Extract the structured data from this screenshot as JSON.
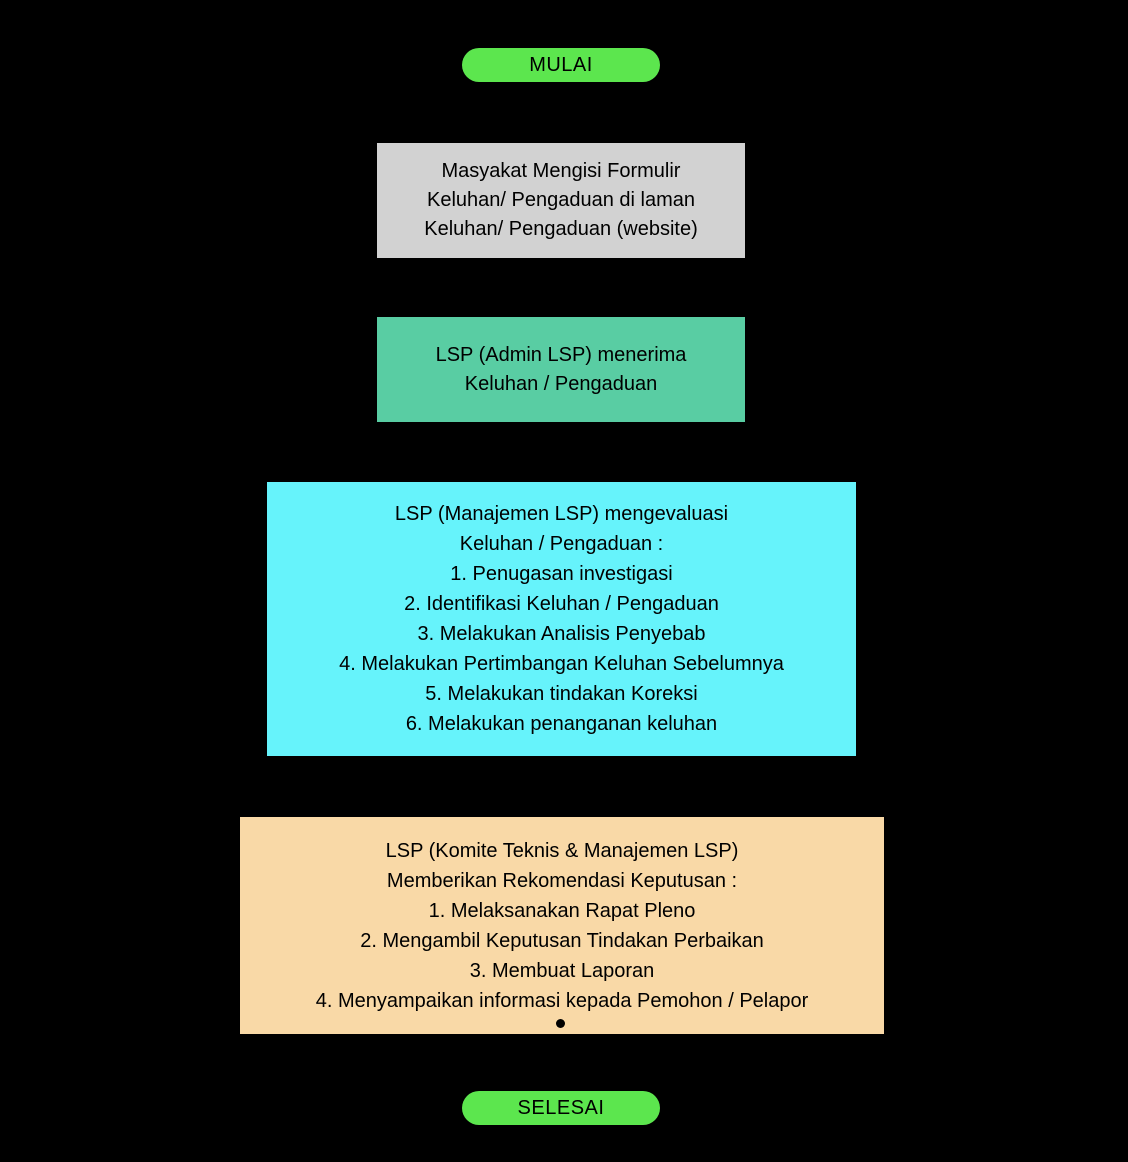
{
  "diagram": {
    "title_semantic": "Alur Penanganan Keluhan / Pengaduan LSP",
    "background_color": "#000000",
    "text_color": "#000000",
    "connector_color": "#000000",
    "start": {
      "label": "MULAI",
      "fill": "#5ce64e"
    },
    "end": {
      "label": "SELESAI",
      "fill": "#5ce64e"
    },
    "steps": [
      {
        "name": "masyarakat-mengisi-formulir",
        "fill": "#d2d2d2",
        "text": "Masyakat Mengisi Formulir\nKeluhan/ Pengaduan di laman\nKeluhan/ Pengaduan (website)"
      },
      {
        "name": "admin-lsp-menerima",
        "fill": "#59cda3",
        "text": "LSP (Admin LSP) menerima\nKeluhan / Pengaduan"
      },
      {
        "name": "manajemen-lsp-mengevaluasi",
        "fill": "#66f3fb",
        "text": "LSP (Manajemen LSP) mengevaluasi\nKeluhan / Pengaduan :\n1. Penugasan investigasi\n2. Identifikasi Keluhan / Pengaduan\n3. Melakukan Analisis Penyebab\n4. Melakukan Pertimbangan Keluhan Sebelumnya\n5. Melakukan tindakan Koreksi\n6. Melakukan penanganan keluhan"
      },
      {
        "name": "komite-teknis-rekomendasi",
        "fill": "#f9d9a7",
        "text": "LSP (Komite Teknis & Manajemen LSP)\nMemberikan Rekomendasi Keputusan :\n1. Melaksanakan Rapat Pleno\n2. Mengambil Keputusan Tindakan Perbaikan\n3. Membuat Laporan\n4. Menyampaikan informasi kepada Pemohon / Pelapor"
      }
    ]
  }
}
